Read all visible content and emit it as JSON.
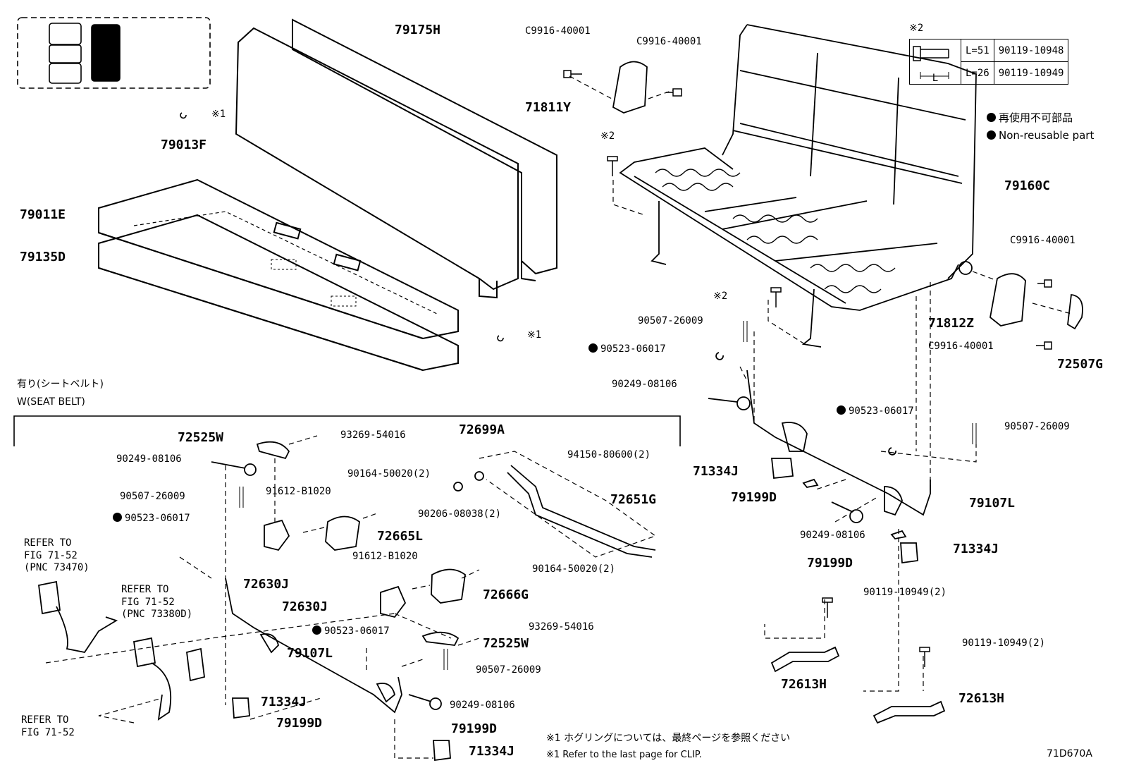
{
  "diagram_code": "71D670A",
  "labels": {
    "p79175H": "79175H",
    "p79013F": "79013F",
    "p79011E": "79011E",
    "p79135D": "79135D",
    "clip1a": "※1",
    "clip1b": "※1",
    "c9916_a": "C9916-40001",
    "c9916_b": "C9916-40001",
    "c9916_c": "C9916-40001",
    "c9916_d": "C9916-40001",
    "p71811Y": "71811Y",
    "star2_a": "※2",
    "star2_b": "※2",
    "p79160C": "79160C",
    "p71812Z": "71812Z",
    "p72507G": "72507G",
    "s90507_a": "90507-26009",
    "s90523_a": "90523-06017",
    "s90249_a": "90249-08106",
    "s90523_b": "90523-06017",
    "s90507_b": "90507-26009",
    "p71334J_a": "71334J",
    "p79199D_a": "79199D",
    "p79107L_a": "79107L",
    "s90249_b": "90249-08106",
    "p79199D_b": "79199D",
    "p71334J_b": "71334J",
    "b90119_a": "90119-10949(2)",
    "b90119_b": "90119-10949(2)",
    "p72613H_a": "72613H",
    "p72613H_b": "72613H",
    "p72525W_a": "72525W",
    "b93269_a": "93269-54016",
    "p72699A": "72699A",
    "s90249_c": "90249-08106",
    "n94150": "94150-80600(2)",
    "b90164_a": "90164-50020(2)",
    "s90507_c": "90507-26009",
    "b91612_a": "91612-B1020",
    "p72651G": "72651G",
    "s90523_c": "90523-06017",
    "w90206": "90206-08038(2)",
    "p72665L": "72665L",
    "p72630J_a": "72630J",
    "b91612_b": "91612-B1020",
    "b90164_b": "90164-50020(2)",
    "p72666G": "72666G",
    "p72630J_b": "72630J",
    "s90523_d": "90523-06017",
    "b93269_b": "93269-54016",
    "p72525W_b": "72525W",
    "p79107L_b": "79107L",
    "s90507_d": "90507-26009",
    "s90249_d": "90249-08106",
    "p71334J_c": "71334J",
    "p79199D_c": "79199D",
    "p79199D_d": "79199D",
    "p71334J_d": "71334J"
  },
  "refer": {
    "r1": "REFER TO\nFIG 71-52\n(PNC 73470)",
    "r2": "REFER TO\nFIG 71-52\n(PNC 73380D)",
    "r3": "REFER TO\nFIG 71-52"
  },
  "section": {
    "jp": "有り(シートベルト)",
    "en": "W(SEAT BELT)"
  },
  "spec_table": {
    "title": "※2",
    "dim_label": "L",
    "rows": [
      {
        "len": "L=51",
        "part": "90119-10948"
      },
      {
        "len": "L=26",
        "part": "90119-10949"
      }
    ]
  },
  "legend": {
    "jp": "再使用不可部品",
    "en": "Non-reusable part"
  },
  "footnotes": {
    "jp": "※1 ホグリングについては、最終ページを参照ください",
    "en": "※1  Refer to the last page for CLIP."
  }
}
